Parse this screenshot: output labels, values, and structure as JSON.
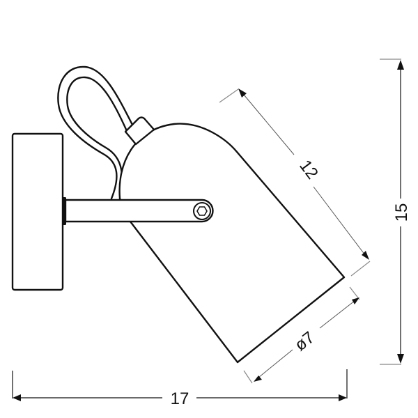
{
  "drawing": {
    "subject": "Wall spotlight lamp, side view",
    "colors": {
      "line": "#111111",
      "dimension": "#555555",
      "background": "#ffffff"
    },
    "parts": [
      "wall-mount-backplate",
      "arm",
      "hex-joint-screw",
      "lamp-shade",
      "cable",
      "cable-gland"
    ]
  },
  "dimensions": {
    "width": {
      "value": "17",
      "orientation": "horizontal"
    },
    "height": {
      "value": "15",
      "orientation": "vertical"
    },
    "shade_length": {
      "value": "12",
      "orientation": "diagonal"
    },
    "shade_diameter": {
      "value": "ø7",
      "orientation": "diagonal"
    }
  }
}
